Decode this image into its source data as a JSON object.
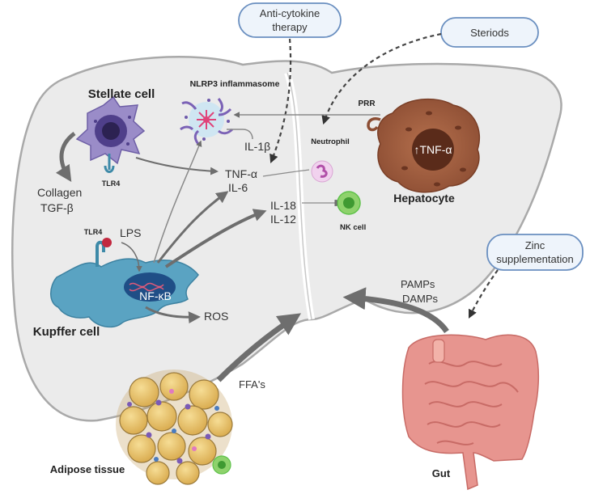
{
  "colors": {
    "liver_fill": "#ebebeb",
    "liver_stroke": "#a9a9a9",
    "kupffer": "#5aa3c2",
    "stellate": "#9a8cc8",
    "hepatocyte": "#a15d3f",
    "adipose": "#e8c46a",
    "gut": "#e7958f",
    "arrow": "#6e6e6e",
    "pill_fill": "#eef4fb",
    "pill_stroke": "#6a8fc0",
    "nk_cell": "#5fc24a",
    "neutrophil": "#e3a9dc"
  },
  "pills": {
    "anti_cytokine": [
      "Anti-cytokine",
      "therapy"
    ],
    "steroids": "Steriods",
    "zinc": [
      "Zinc",
      "supplementation"
    ]
  },
  "cells": {
    "stellate": "Stellate cell",
    "kupffer": "Kupffer cell",
    "hepatocyte": "Hepatocyte",
    "neutrophil": "Neutrophil",
    "nk_cell": "NK cell",
    "adipose": "Adipose tissue",
    "gut": "Gut"
  },
  "labels": {
    "nlrp3": "NLRP3 inflammasome",
    "tlr4_stellate": "TLR4",
    "tlr4_kupffer": "TLR4",
    "lps": "LPS",
    "nfkb": "NF-κB",
    "prr": "PRR",
    "tnf_hep": "↑TNF-α",
    "collagen": "Collagen",
    "tgfb": "TGF-β",
    "il1b": "IL-1β",
    "tnfa": "TNF-α",
    "il6": "IL-6",
    "il18": "IL-18",
    "il12": "IL-12",
    "ros": "ROS",
    "ffas": "FFA's",
    "pamps": "PAMPs",
    "damps": "DAMPs"
  }
}
